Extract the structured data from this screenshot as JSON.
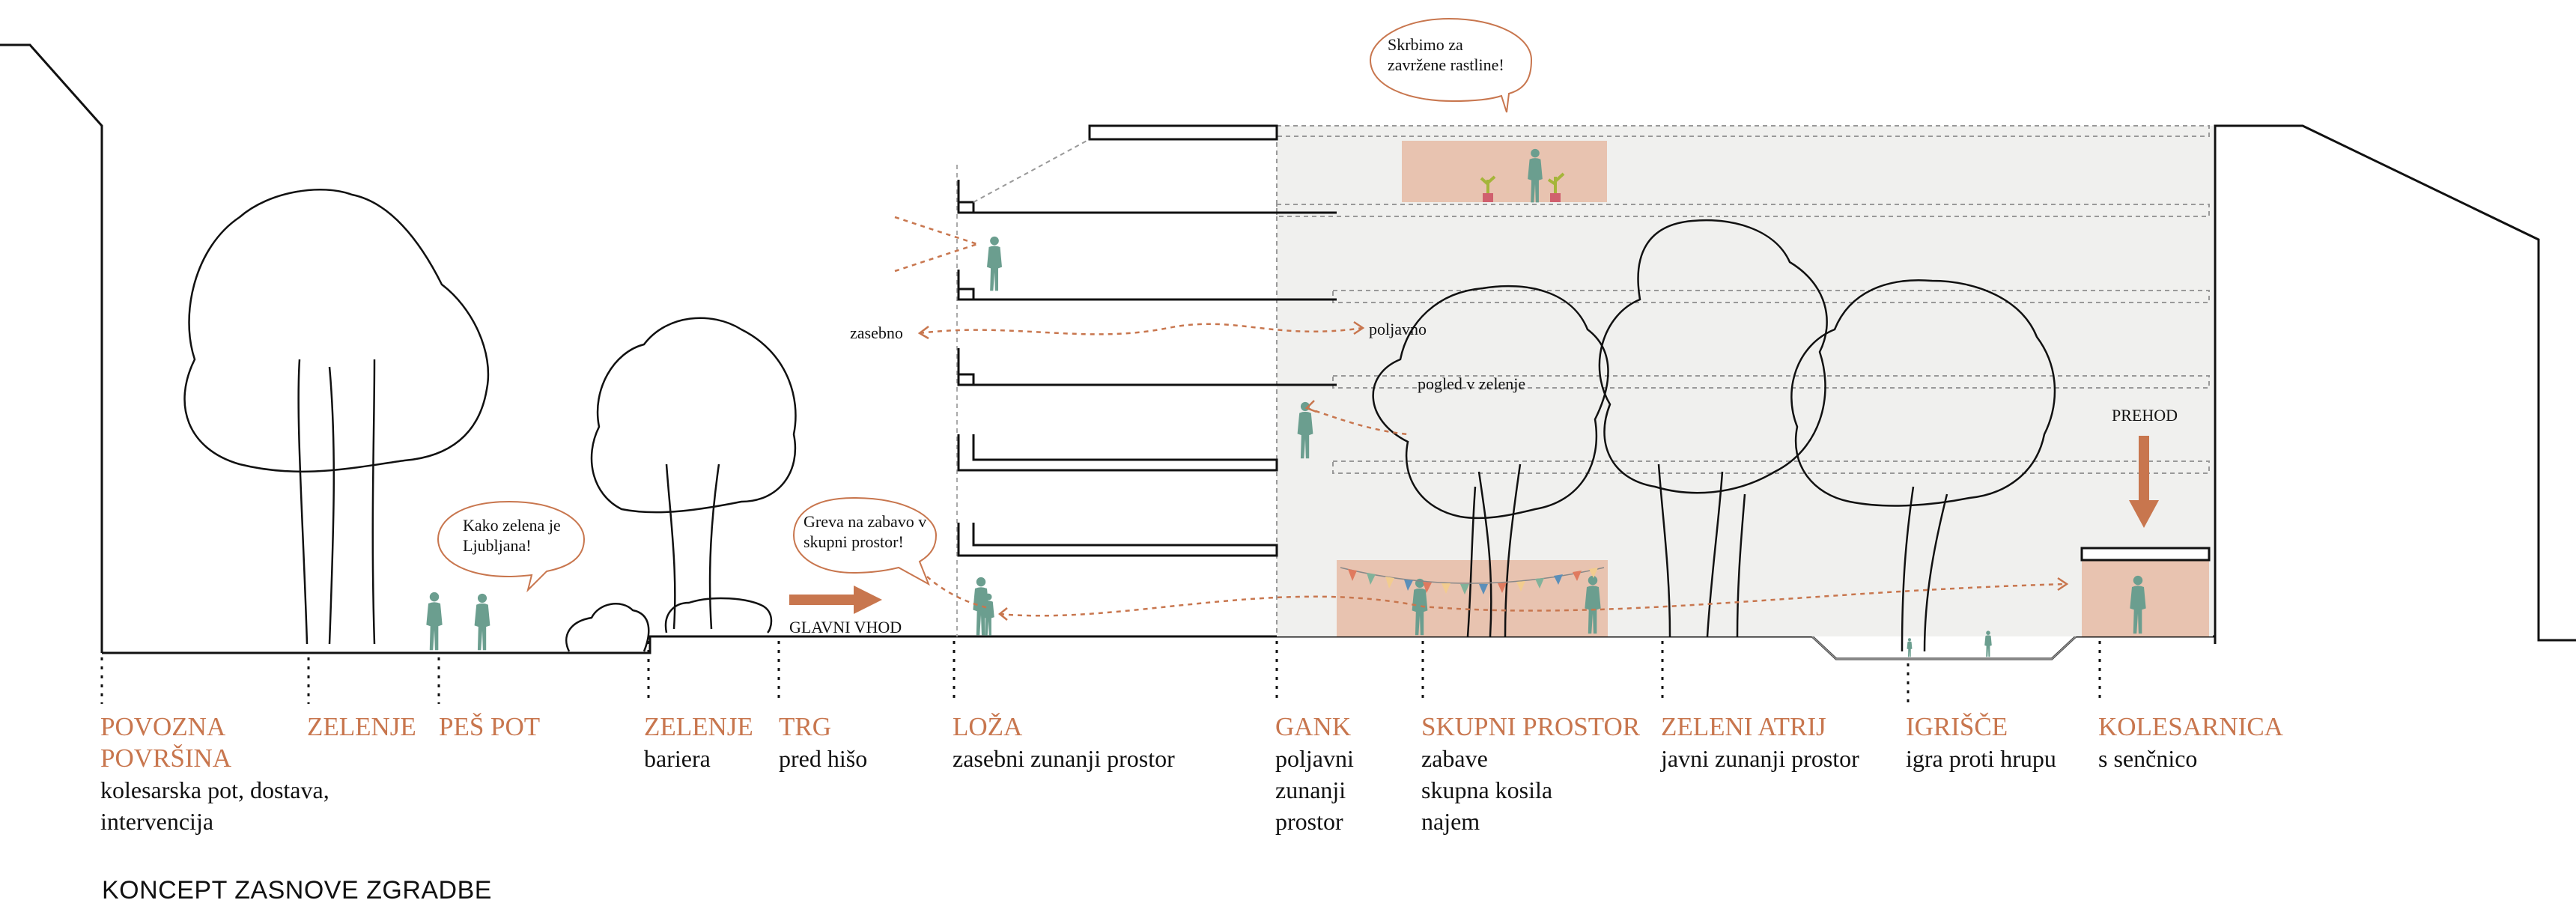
{
  "caption": "KONCEPT ZASNOVE ZGRADBE",
  "colors": {
    "accent": "#c8764e",
    "figure": "#6b9e8f",
    "zone_fill": "#e8c3b0",
    "facade_fill": "#f0f0ee",
    "line": "#111111"
  },
  "bubbles": {
    "rastline": "Skrbimo za\nzavržene rastline!",
    "ljubljana": "Kako zelena je\nLjubljana!",
    "zabava": "Greva na zabavo v\nskupni prostor!"
  },
  "labels": {
    "zasebno": "zasebno",
    "poljavno": "poljavno",
    "pogled": "pogled v zelenje",
    "prehod": "PREHOD",
    "glavni_vhod": "GLAVNI VHOD"
  },
  "zones": [
    {
      "title": "POVOZNA\nPOVRŠINA",
      "desc": "kolesarska pot, dostava,\nintervencija"
    },
    {
      "title": "ZELENJE",
      "desc": ""
    },
    {
      "title": "PEŠ POT",
      "desc": ""
    },
    {
      "title": "ZELENJE",
      "desc": "bariera"
    },
    {
      "title": "TRG",
      "desc": "pred hišo"
    },
    {
      "title": "LOŽA",
      "desc": "zasebni zunanji prostor"
    },
    {
      "title": "GANK",
      "desc": "poljavni\nzunanji\nprostor"
    },
    {
      "title": "SKUPNI PROSTOR",
      "desc": "zabave\nskupna kosila\nnajem"
    },
    {
      "title": "ZELENI ATRIJ",
      "desc": "javni zunanji prostor"
    },
    {
      "title": "IGRIŠČE",
      "desc": "igra proti hrupu"
    },
    {
      "title": "KOLESARNICA",
      "desc": "s senčnico"
    }
  ]
}
